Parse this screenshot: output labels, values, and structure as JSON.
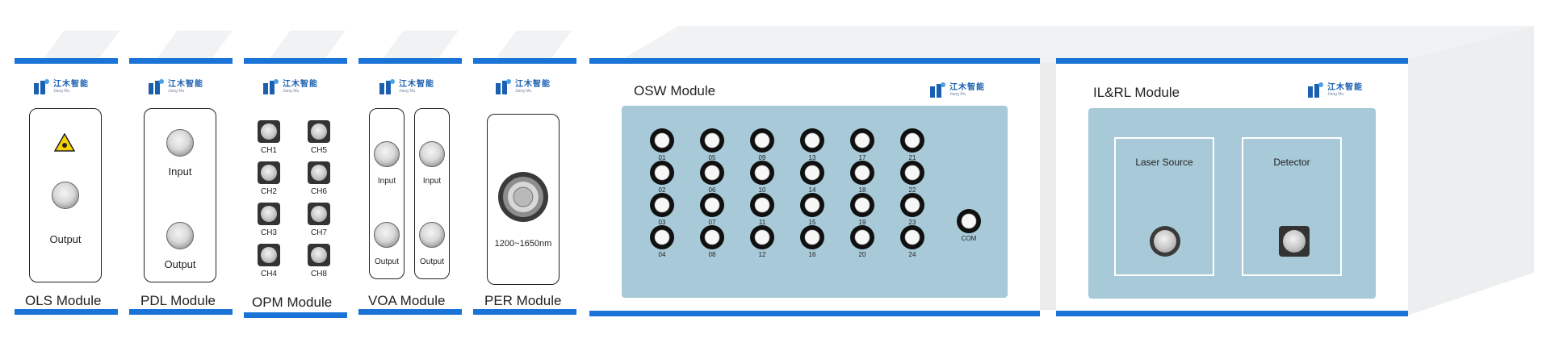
{
  "brand": {
    "cn": "江木智能",
    "en": "Jiang Mu"
  },
  "colors": {
    "accent": "#1a73d6",
    "panel": "#a7c9d8",
    "port_ring": "#2fbf2f"
  },
  "modules": {
    "ols": {
      "title": "OLS Module",
      "output": "Output",
      "icon": "laser-warning-icon"
    },
    "pdl": {
      "title": "PDL Module",
      "input": "Input",
      "output": "Output"
    },
    "opm": {
      "title": "OPM Module",
      "channels": [
        "CH1",
        "CH2",
        "CH3",
        "CH4",
        "CH5",
        "CH6",
        "CH7",
        "CH8"
      ]
    },
    "voa": {
      "title": "VOA Module",
      "input1": "Input",
      "input2": "Input",
      "output1": "Output",
      "output2": "Output"
    },
    "per": {
      "title": "PER Module",
      "range": "1200~1650nm"
    },
    "osw": {
      "title": "OSW Module",
      "ports": [
        "01",
        "02",
        "03",
        "04",
        "05",
        "06",
        "07",
        "08",
        "09",
        "10",
        "11",
        "12",
        "13",
        "14",
        "15",
        "16",
        "17",
        "18",
        "19",
        "20",
        "21",
        "22",
        "23",
        "24"
      ],
      "com": "COM"
    },
    "ilrl": {
      "title": "IL&RL Module",
      "laser_source": "Laser Source",
      "detector": "Detector"
    }
  }
}
